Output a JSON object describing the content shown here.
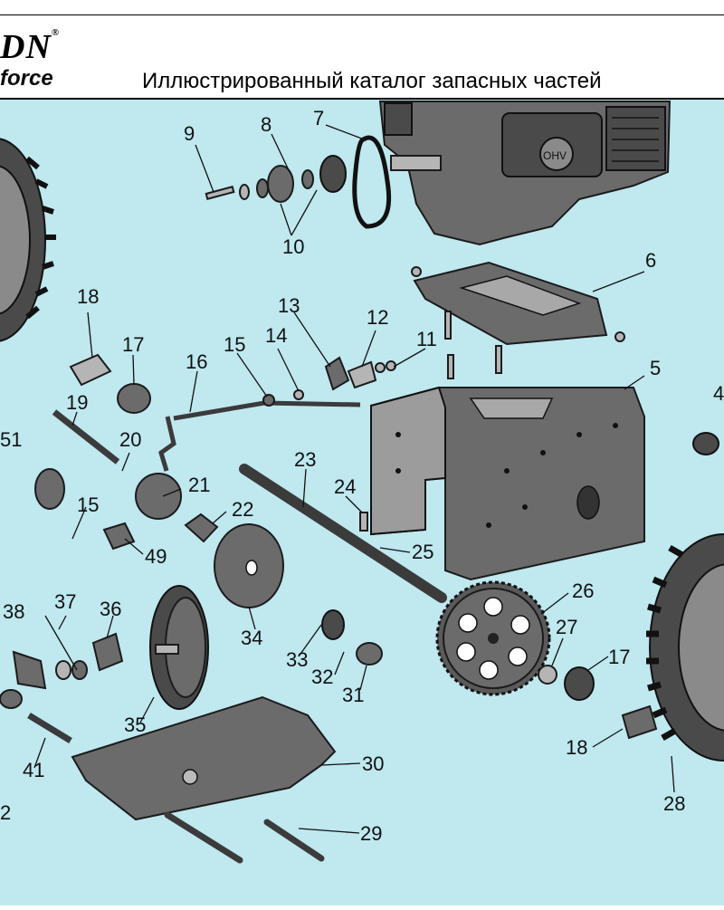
{
  "header": {
    "brand_name": "DN",
    "brand_registered": "®",
    "brand_tagline": "force",
    "catalog_title": "Иллюстрированный каталог запасных частей"
  },
  "callouts": [
    "9",
    "8",
    "7",
    "10",
    "6",
    "18",
    "17",
    "13",
    "12",
    "15",
    "14",
    "11",
    "16",
    "5",
    "4",
    "19",
    "20",
    "51",
    "21",
    "22",
    "23",
    "24",
    "15",
    "25",
    "49",
    "26",
    "37",
    "38",
    "36",
    "34",
    "33",
    "27",
    "17",
    "32",
    "31",
    "35",
    "18",
    "28",
    "30",
    "41",
    "2",
    "29"
  ],
  "colors": {
    "background": "#bfe8ef",
    "metal": "#6b6b6b",
    "outline": "#1b1b1b"
  }
}
